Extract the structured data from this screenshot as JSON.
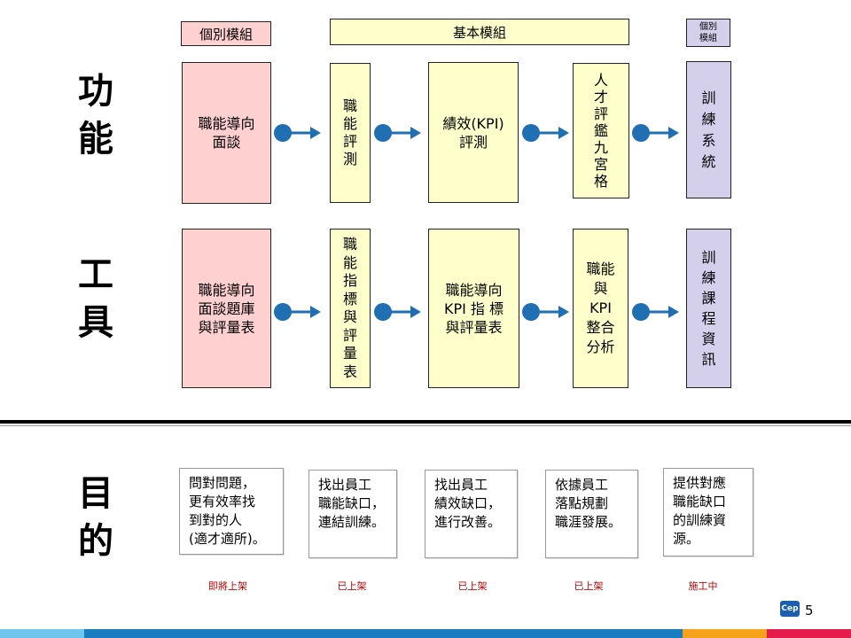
{
  "headers": {
    "individual_left": "個別模組",
    "basic": "基本模組",
    "individual_right": "個別\n模組"
  },
  "side_labels": {
    "function": "功\n能",
    "tool": "工\n具",
    "purpose": "目\n的"
  },
  "function_row": [
    "職能導向\n面談",
    "職\n能\n評\n測",
    "績效(KPI)\n評測",
    "人\n才\n評\n鑑\n九\n宮\n格",
    "訓\n練\n系\n統"
  ],
  "tool_row": [
    "職能導向\n面談題庫\n與評量表",
    "職\n能\n指\n標\n與\n評\n量\n表",
    "職能導向\nKPI 指 標\n與評量表",
    "職能\n與\nKPI\n整合\n分析",
    "訓\n練\n課\n程\n資\n訊"
  ],
  "purposes": [
    "問對問題，\n更有效率找\n到對的人\n(適才適所)。",
    "找出員工\n職能缺口，\n連結訓練。",
    "找出員工\n績效缺口，\n進行改善。",
    "依據員工\n落點規劃\n職涯發展。",
    "提供對應\n職能缺口\n的訓練資\n源。"
  ],
  "statuses": [
    "即將上架",
    "已上架",
    "已上架",
    "已上架",
    "施工中"
  ],
  "logo_text": "Cep",
  "page_number": "5",
  "colors": {
    "pink": "#ffd0d0",
    "yellow": "#ffffcc",
    "purple": "#d4d0ec",
    "arrow": "#1f6fb2",
    "status_red": "#c00000",
    "stripe_lightblue": "#6ec6ee",
    "stripe_blue": "#1a7cc0",
    "stripe_orange": "#f7a21b",
    "stripe_red": "#e51b4b"
  }
}
